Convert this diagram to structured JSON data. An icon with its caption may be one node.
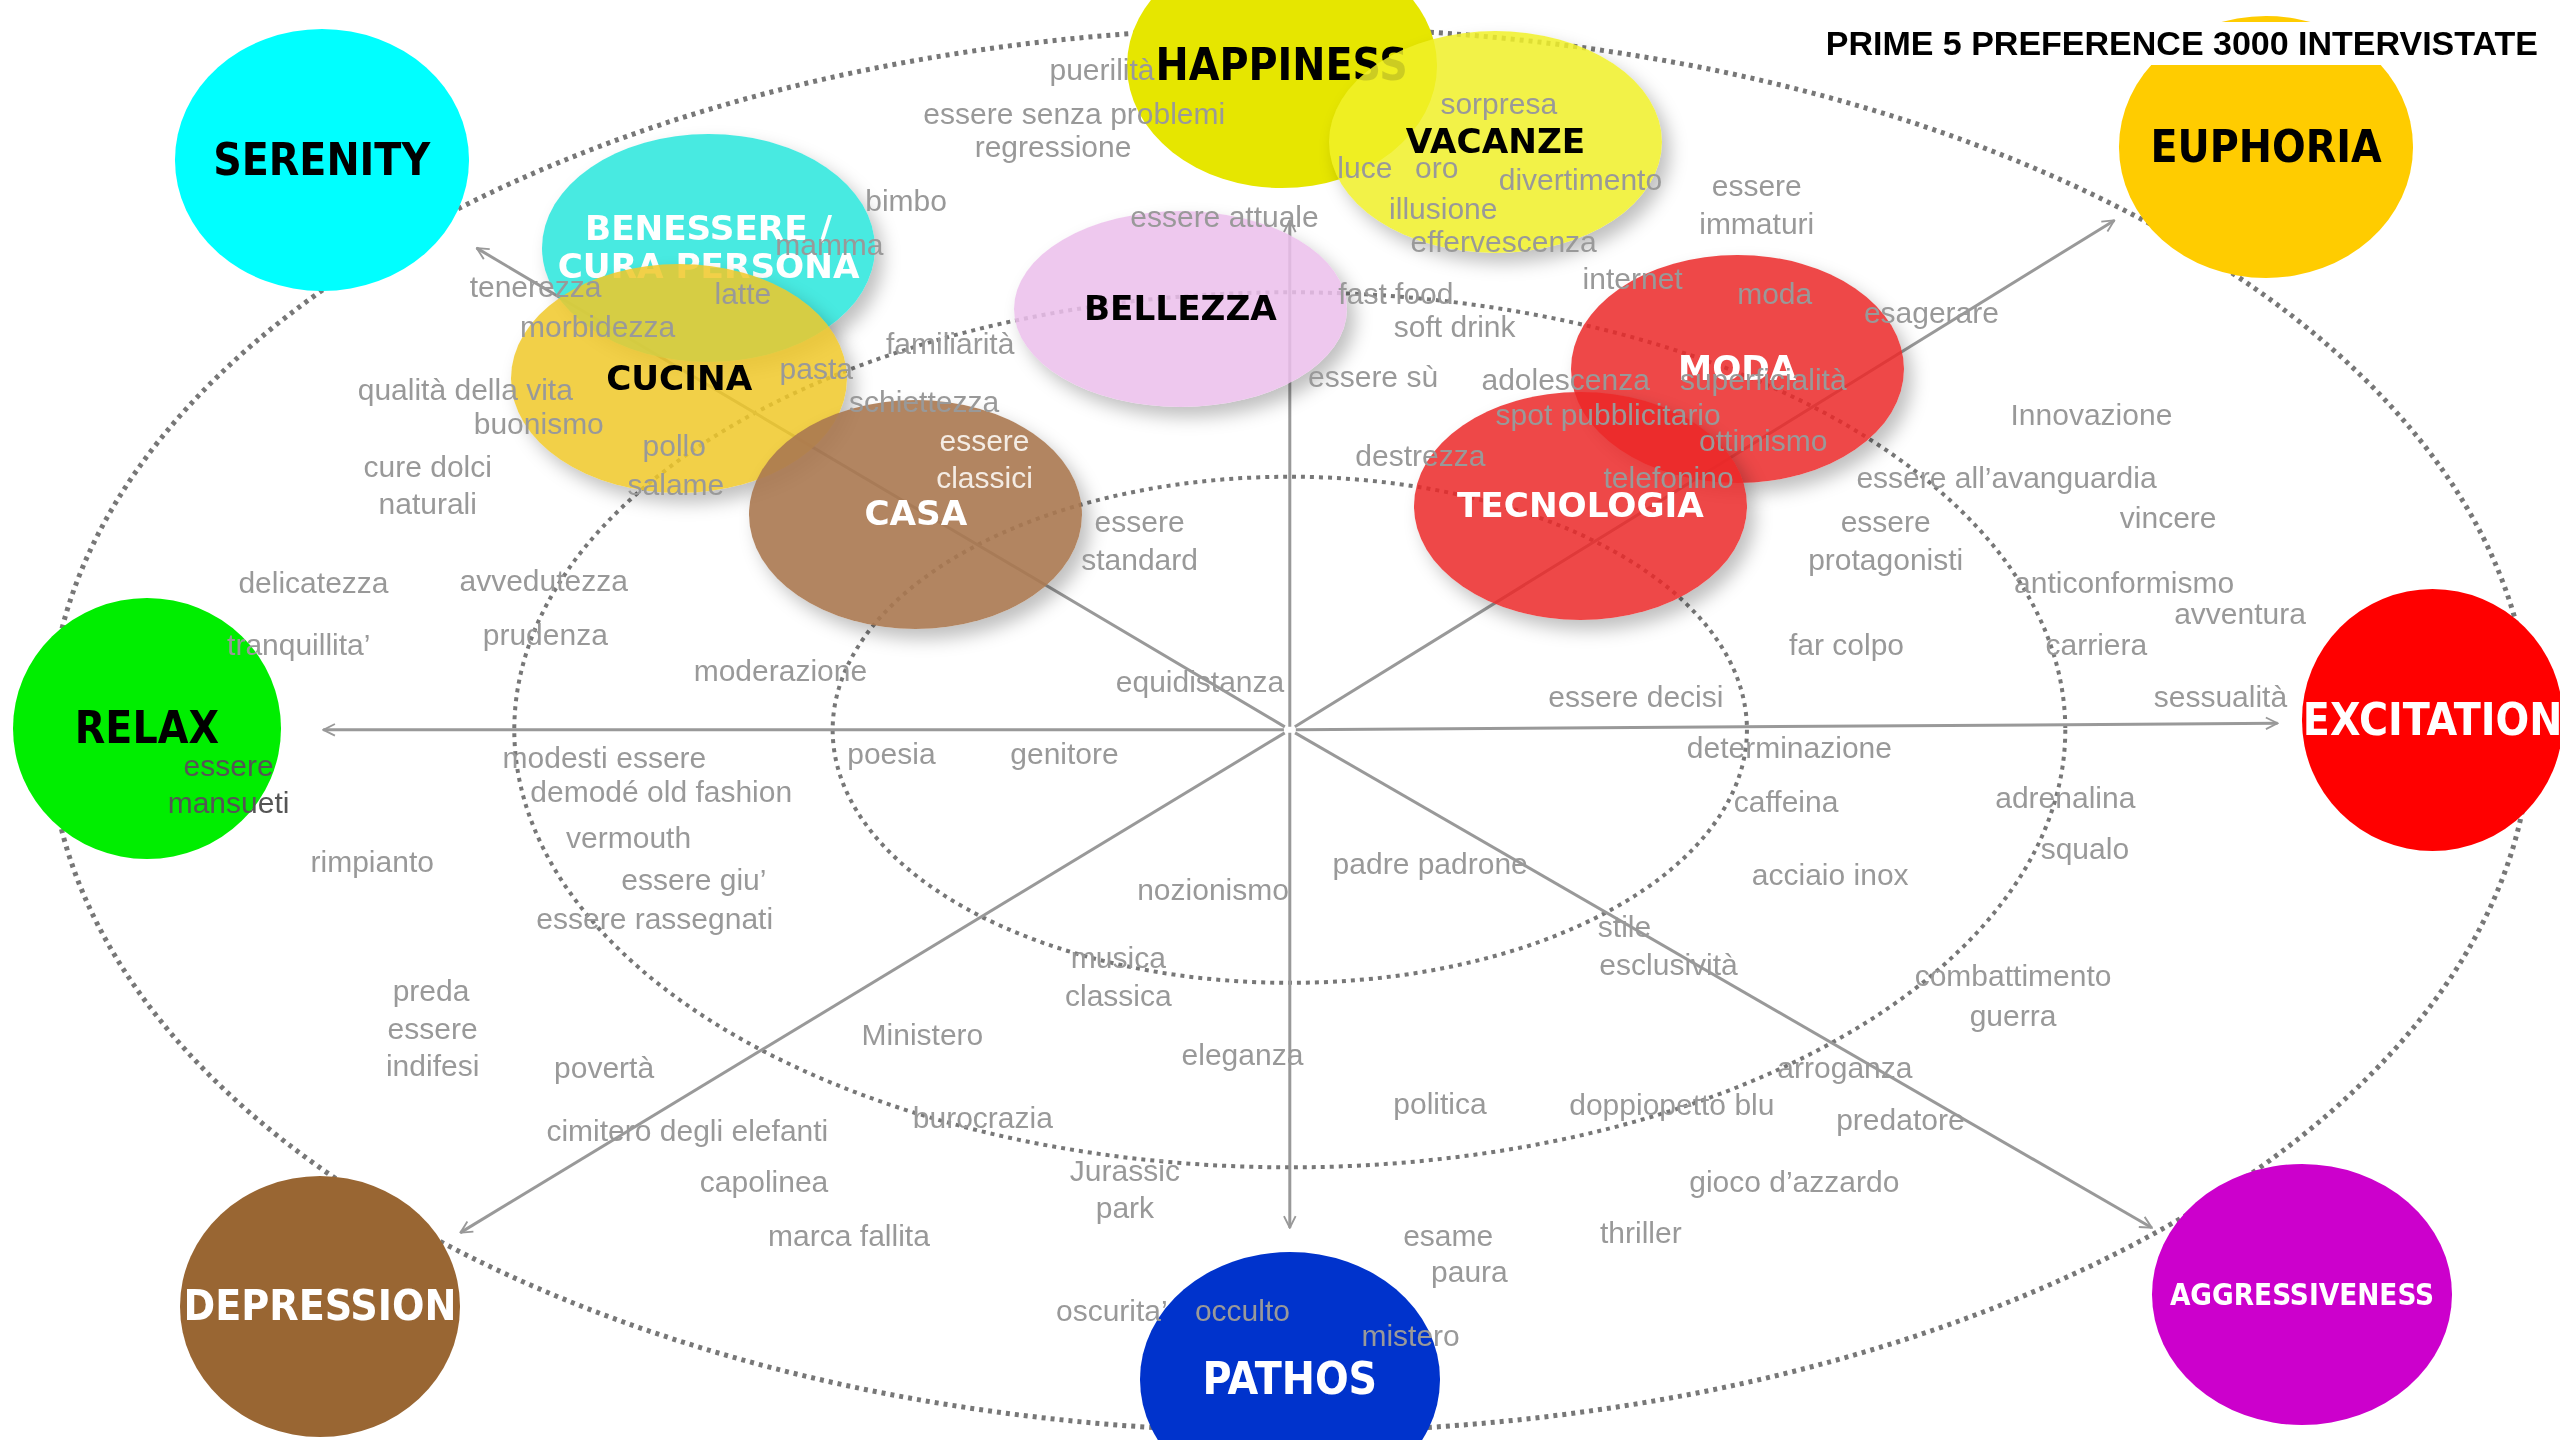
{
  "diagram": {
    "title": "PRIME 5 PREFERENCE 3000 INTERVISTATE",
    "nodes": [
      {
        "text": [
          "SERENITY"
        ]
      },
      {
        "text": [
          "HAPPINESS"
        ]
      },
      {
        "text": [
          "EUPHORIA"
        ]
      },
      {
        "text": [
          "RELAX"
        ]
      },
      {
        "text": [
          "EXCITATION"
        ]
      },
      {
        "text": [
          "DEPRESSION"
        ]
      },
      {
        "text": [
          "PATHOS"
        ]
      },
      {
        "text": [
          "AGGRESSIVENESS"
        ]
      },
      {
        "text": [
          "BENESSERE / CURA PERSONA"
        ]
      },
      {
        "text": [
          "CUCINA"
        ]
      },
      {
        "text": [
          "VACANZE"
        ]
      },
      {
        "text": [
          "BELLEZZA"
        ]
      },
      {
        "text": [
          "MODA"
        ]
      },
      {
        "text": [
          "CASA"
        ]
      },
      {
        "text": [
          "TECNOLOGIA"
        ]
      }
    ],
    "edges": [
      {
        "from": null,
        "to": 0,
        "arrow": "to"
      },
      {
        "from": null,
        "to": 1,
        "arrow": "to"
      },
      {
        "from": null,
        "to": 2,
        "arrow": "to"
      },
      {
        "from": null,
        "to": 3,
        "arrow": "to"
      },
      {
        "from": null,
        "to": 4,
        "arrow": "to"
      },
      {
        "from": null,
        "to": 5,
        "arrow": "to"
      },
      {
        "from": null,
        "to": 6,
        "arrow": "to"
      },
      {
        "from": null,
        "to": 7,
        "arrow": "to"
      }
    ],
    "labels": [
      "puerilità",
      "essere senza problemi",
      "regressione",
      "sorpresa",
      "luce",
      "oro",
      "divertimento",
      "illusione",
      "effervescenza",
      "essere immaturi",
      "bimbo",
      "mamma",
      "tenerezza",
      "latte",
      "morbidezza",
      "essere attuale",
      "fast food",
      "soft drink",
      "internet",
      "moda",
      "esagerare",
      "familiarità",
      "qualità della vita",
      "buonismo",
      "pasta",
      "schiettezza",
      "essere sù",
      "adolescenza",
      "superficialità",
      "spot pubblicitario",
      "ottimismo",
      "Innovazione",
      "cure dolci naturali",
      "pollo",
      "salame",
      "essere classici",
      "destrezza",
      "telefonino",
      "essere all’avanguardia",
      "vincere",
      "essere standard",
      "essere protagonisti",
      "delicatezza",
      "avvedutezza",
      "anticonformismo",
      "avventura",
      "tranquillita’",
      "prudenza",
      "far colpo",
      "carriera",
      "moderazione",
      "equidistanza",
      "essere decisi",
      "sessualità",
      "determinazione",
      "essere mansueti",
      "modesti",
      "essere",
      "poesia",
      "genitore",
      "demodé old fashion",
      "caffeina",
      "adrenalina",
      "squalo",
      "rimpianto",
      "vermouth",
      "essere  giu’",
      "nozionismo",
      "padre padrone",
      "acciaio inox",
      "essere rassegnati",
      "stile",
      "esclusività",
      "combattimento",
      "guerra",
      "musica classica",
      "preda",
      "essere indifesi",
      "Ministero",
      "eleganza",
      "povertà",
      "arroganza",
      "burocrazia",
      "cimitero degli elefanti",
      "politica",
      "doppiopetto blu",
      "predatore",
      "capolinea",
      "Jurassic park",
      "gioco d’azzardo",
      "marca fallita",
      "esame",
      "paura",
      "thriller",
      "oscurita’",
      "occulto",
      "mistero"
    ]
  }
}
